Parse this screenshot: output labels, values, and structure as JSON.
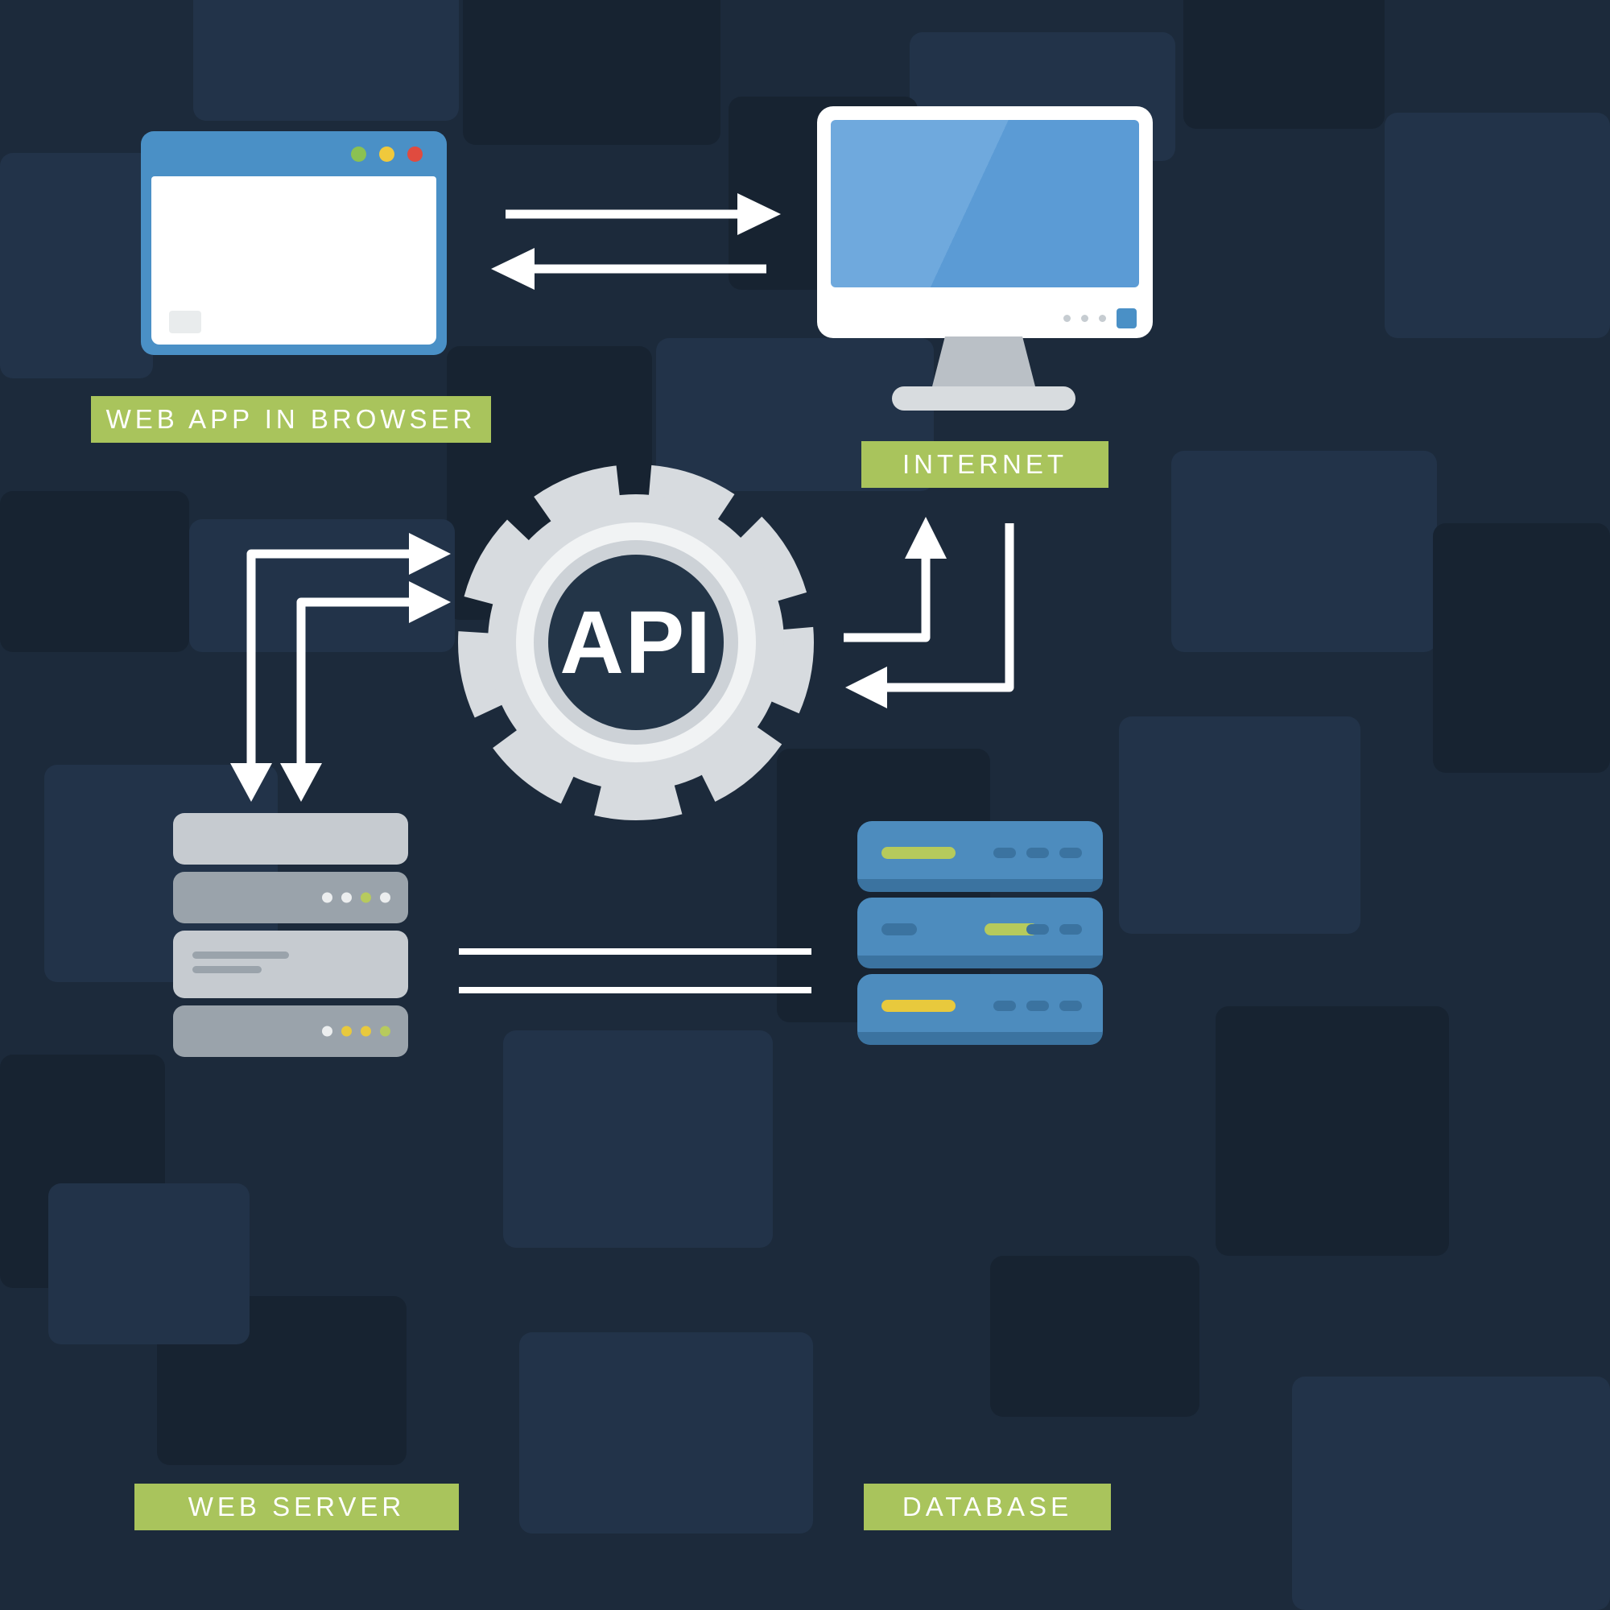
{
  "center": {
    "label": "API"
  },
  "labels": {
    "web_app": "WEB APP IN BROWSER",
    "internet": "INTERNET",
    "web_server": "WEB SERVER",
    "database": "DATABASE"
  },
  "colors": {
    "background": "#1c2a3b",
    "tile_light": "#223349",
    "tile_dark": "#172331",
    "label_background": "#a9c45c",
    "label_text": "#ffffff",
    "arrow": "#ffffff",
    "browser_frame_blue": "#4a90c6",
    "monitor_screen_blue": "#5b9bd5",
    "database_blue": "#4d8cbe",
    "server_gray_light": "#c6cbd0",
    "server_gray_dark": "#9aa3ab",
    "gear_gray": "#d7dbdf",
    "gear_center": "#233548",
    "accent_green": "#b6ca5c",
    "accent_yellow": "#e8c93d",
    "accent_red": "#e04b3f"
  }
}
